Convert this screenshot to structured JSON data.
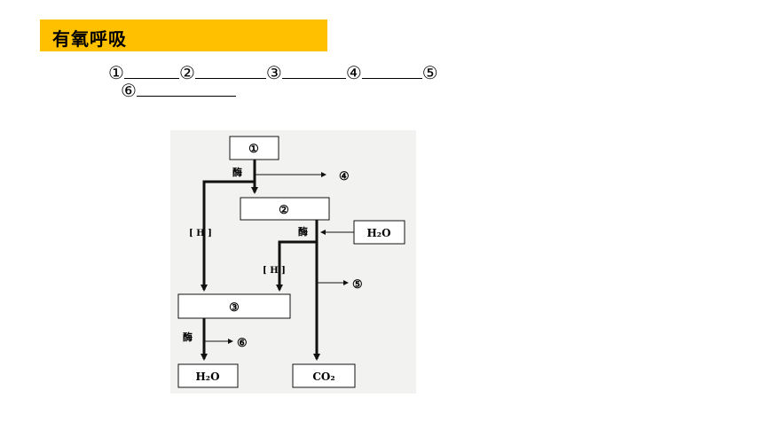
{
  "title": "有氧呼吸",
  "blanks": {
    "n1": "①",
    "n2": "②",
    "n3": "③",
    "n4": "④",
    "n5": "⑤",
    "n6": "⑥"
  },
  "diagram": {
    "box_top": "①",
    "box_mid": "②",
    "box_low": "③",
    "h2o_in": "H₂O",
    "h2o_out": "H₂O",
    "co2_out": "CO₂",
    "enzyme_1": "酶",
    "enzyme_2": "酶",
    "enzyme_3": "酶",
    "h_left": "[ H ]",
    "h_mid": "[ H ]",
    "out_4": "④",
    "out_5": "⑤",
    "out_6": "⑥"
  }
}
